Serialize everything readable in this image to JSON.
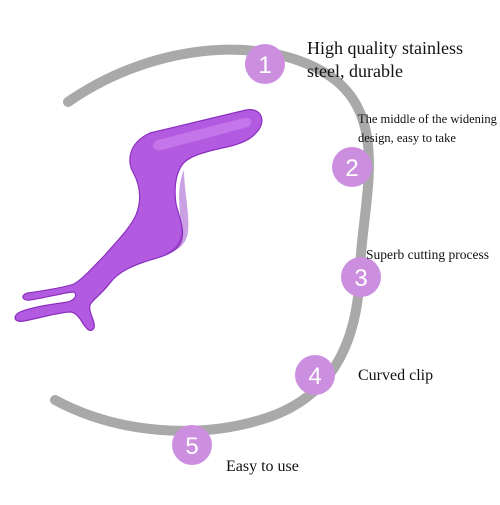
{
  "colors": {
    "arc": "#a9a9a9",
    "badge": "#cc8fe0",
    "badge_text": "#ffffff",
    "tweezer_main": "#b35be0",
    "tweezer_dark": "#8a2fc0",
    "tweezer_light": "#cf8bf0"
  },
  "product": {
    "icon": "eyelash-applicator-tweezer"
  },
  "features": [
    {
      "number": "1",
      "line1": "High quality stainless",
      "line2": "steel, durable"
    },
    {
      "number": "2",
      "line1": "The middle of the widening",
      "line2": "design, easy to take"
    },
    {
      "number": "3",
      "line1": "Superb cutting process",
      "line2": ""
    },
    {
      "number": "4",
      "line1": "Curved clip",
      "line2": ""
    },
    {
      "number": "5",
      "line1": "Easy to use",
      "line2": ""
    }
  ]
}
